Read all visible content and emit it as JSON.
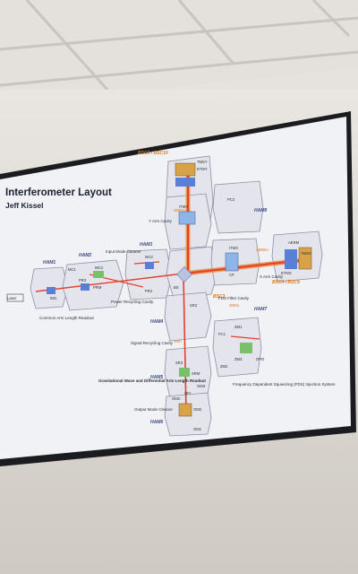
{
  "slide": {
    "title": "Interferometer Layout",
    "author": "Jeff Kissel"
  },
  "chambers": {
    "ham1": "HAM1",
    "ham2": "HAM2",
    "ham3": "HAM3",
    "ham4": "HAM4",
    "ham5": "HAM5",
    "ham6": "HAM6",
    "ham7": "HAM7",
    "ham8": "HAM8",
    "bsc1_2": "BSC3 / BSC10",
    "bsc4_5": "BSC4 / BSC9",
    "bsc3": "BSC3"
  },
  "optics": {
    "laser": "Laser",
    "imc": "IMC",
    "mc1": "MC1",
    "mc2": "MC2",
    "mc3": "MC3",
    "pr2": "PR2",
    "pr3": "PR3",
    "prm": "PRM",
    "bs": "BS",
    "sr2": "SR2",
    "sr3": "SR3",
    "srm": "SRM",
    "itmx": "ITMX",
    "itmy": "ITMY",
    "etmx": "ETMX",
    "etmy": "ETMY",
    "tmsx": "TMSX",
    "tmsy": "TMSY",
    "aerm": "AERM",
    "cp": "CP",
    "pc2": "PC2",
    "fc1": "FC1",
    "zm1": "ZM1",
    "zm2": "ZM2",
    "zm3": "ZM3",
    "opo": "OPO",
    "omc": "OMC",
    "om1": "OM1",
    "om2": "OM2",
    "om3": "OM3",
    "ofi": "OFI"
  },
  "labels": {
    "input_mode_cleaner": "Input Mode Cleaner",
    "power_recycling": "Power Recycling Cavity",
    "y_arm": "Y Arm Cavity",
    "x_arm": "X Arm Cavity",
    "fds_filter": "FDS Filter Cavity",
    "signal_recycling": "Signal Recycling Cavity",
    "common_arm": "Common Arm Length Readout",
    "gw_readout": "Gravitational Wave and Differential Arm Length Readout",
    "output_mode_cleaner": "Output Mode Cleaner",
    "fds_system": "Frequency Dependent Squeezing (FDS) Injection System",
    "len_3995": "3995m",
    "len_300": "300m",
    "len_16m": "16m"
  },
  "colors": {
    "beam": "#e2402b",
    "beam_wide": "#f08a3a",
    "chamber_fill": "#e8e8ee",
    "chamber_stroke": "#8b8fa6",
    "optic_blue": "#5a7fd6",
    "optic_green": "#7ac06a"
  }
}
